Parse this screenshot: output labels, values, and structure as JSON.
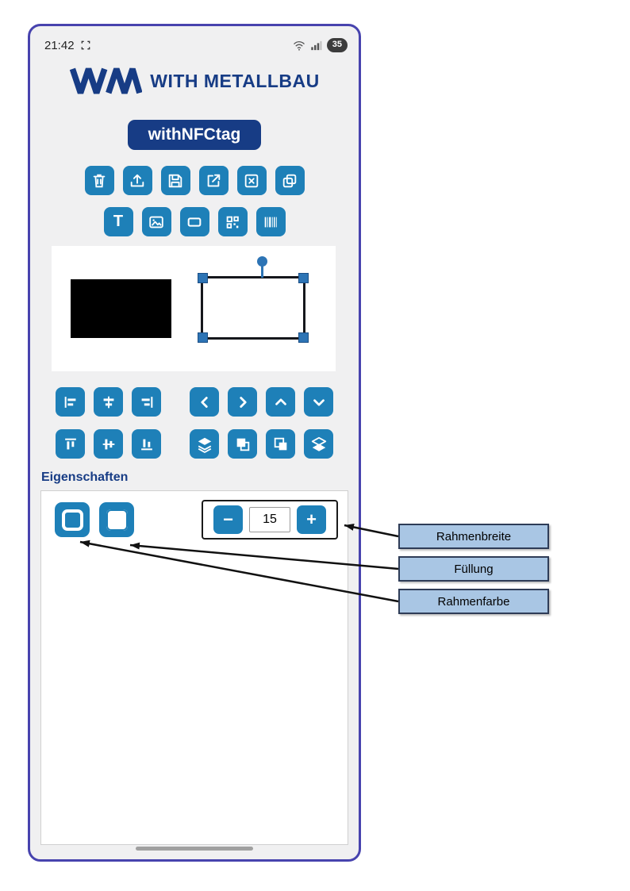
{
  "status_bar": {
    "time": "21:42",
    "battery_percent": "35"
  },
  "header": {
    "logo_text": "WM",
    "brand": "WITH METALLBAU"
  },
  "nfc_button_label": "withNFCtag",
  "toolbars": {
    "row1_icons": [
      "trash-icon",
      "upload-icon",
      "save-icon",
      "export-icon",
      "clear-icon",
      "duplicate-icon"
    ],
    "row2_icons": [
      "text-tool-icon",
      "image-tool-icon",
      "rectangle-tool-icon",
      "qrcode-tool-icon",
      "barcode-tool-icon"
    ],
    "text_tool_label": "T",
    "align_row1_icons": [
      "align-left-icon",
      "align-center-horizontal-icon",
      "align-right-icon",
      "move-left-icon",
      "move-right-icon",
      "move-up-icon",
      "move-down-icon"
    ],
    "align_row2_icons": [
      "align-top-icon",
      "align-middle-vertical-icon",
      "align-bottom-icon",
      "bring-to-front-icon",
      "send-backward-icon",
      "bring-forward-icon",
      "send-to-back-icon"
    ]
  },
  "canvas": {
    "shapes": [
      "black-rectangle",
      "selected-rectangle-with-handles"
    ]
  },
  "properties": {
    "heading": "Eigenschaften",
    "frame_width": {
      "value": "15",
      "decrease_label": "−",
      "increase_label": "+"
    }
  },
  "annotations": [
    {
      "text": "Rahmenbreite",
      "points_to": "frame-width-stepper"
    },
    {
      "text": "Füllung",
      "points_to": "fill-button"
    },
    {
      "text": "Rahmenfarbe",
      "points_to": "frame-color-button"
    }
  ],
  "colors": {
    "accent": "#1e80b8",
    "navy": "#173c85",
    "phone_frame": "#4743ae",
    "annotation_fill": "#a9c6e4"
  }
}
